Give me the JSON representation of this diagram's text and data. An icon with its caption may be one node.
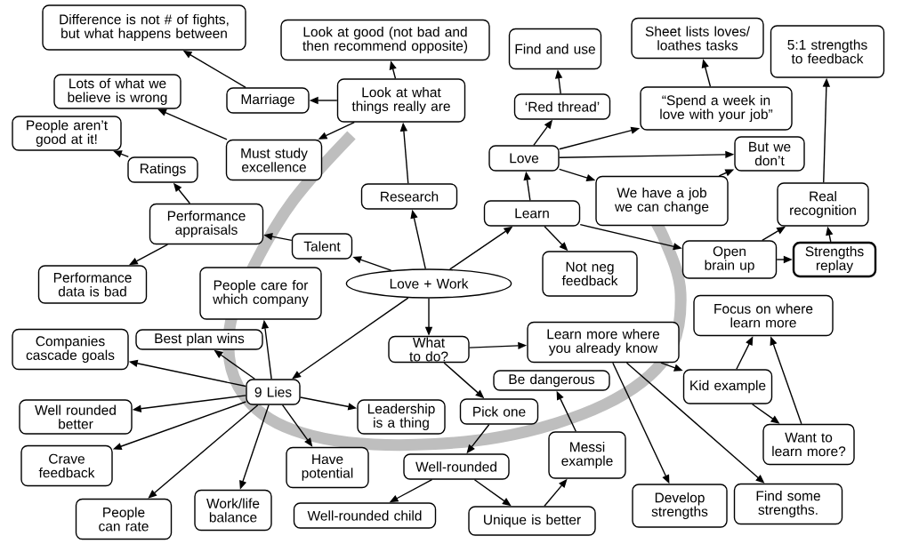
{
  "diagram": {
    "nodes": [
      {
        "text": [
          "Difference is not # of fights, but what happens between"
        ]
      },
      {
        "text": [
          "Look at good (not bad and then recommend opposite)"
        ]
      },
      {
        "text": [
          "Find and use"
        ]
      },
      {
        "text": [
          "Sheet lists loves/ loathes tasks"
        ]
      },
      {
        "text": [
          "5:1 strengths to feedback"
        ]
      },
      {
        "text": [
          "Lots of what we believe is wrong"
        ]
      },
      {
        "text": [
          "Marriage"
        ]
      },
      {
        "text": [
          "Look at what things really are"
        ]
      },
      {
        "text": [
          "‘Red thread’"
        ]
      },
      {
        "text": [
          "“Spend a week in love with your job”"
        ]
      },
      {
        "text": [
          "People aren’t good at it!"
        ]
      },
      {
        "text": [
          "Must study excellence"
        ]
      },
      {
        "text": [
          "Ratings"
        ]
      },
      {
        "text": [
          "Love"
        ]
      },
      {
        "text": [
          "But we don’t"
        ]
      },
      {
        "text": [
          "Research"
        ]
      },
      {
        "text": [
          "Learn"
        ]
      },
      {
        "text": [
          "We have a job we can change"
        ]
      },
      {
        "text": [
          "Real recognition"
        ]
      },
      {
        "text": [
          "Performance appraisals"
        ]
      },
      {
        "text": [
          "Talent"
        ]
      },
      {
        "text": [
          "Open brain up"
        ]
      },
      {
        "text": [
          "Strengths replay"
        ]
      },
      {
        "text": [
          "Performance data is bad"
        ]
      },
      {
        "text": [
          "People care for which company"
        ]
      },
      {
        "text": [
          "Love + Work"
        ]
      },
      {
        "text": [
          "Not neg feedback"
        ]
      },
      {
        "text": [
          "Focus on where learn more"
        ]
      },
      {
        "text": [
          "Companies cascade goals"
        ]
      },
      {
        "text": [
          "Best plan wins"
        ]
      },
      {
        "text": [
          "What to do?"
        ]
      },
      {
        "text": [
          "Learn more where you already know"
        ]
      },
      {
        "text": [
          "9 Lies"
        ]
      },
      {
        "text": [
          "Be dangerous"
        ]
      },
      {
        "text": [
          "Kid example"
        ]
      },
      {
        "text": [
          "Well rounded better"
        ]
      },
      {
        "text": [
          "Leadership is a thing"
        ]
      },
      {
        "text": [
          "Pick one"
        ]
      },
      {
        "text": [
          "Crave feedback"
        ]
      },
      {
        "text": [
          "Have potential"
        ]
      },
      {
        "text": [
          "Well-rounded"
        ]
      },
      {
        "text": [
          "Messi example"
        ]
      },
      {
        "text": [
          "Want to learn more?"
        ]
      },
      {
        "text": [
          "People can rate"
        ]
      },
      {
        "text": [
          "Work/life balance"
        ]
      },
      {
        "text": [
          "Well-rounded child"
        ]
      },
      {
        "text": [
          "Unique is better"
        ]
      },
      {
        "text": [
          "Develop strengths"
        ]
      },
      {
        "text": [
          "Find some strengths."
        ]
      }
    ],
    "edges": [
      {
        "from": 25,
        "to": 15,
        "arrow": "to"
      },
      {
        "from": 25,
        "to": 20,
        "arrow": "to"
      },
      {
        "from": 25,
        "to": 16,
        "arrow": "to"
      },
      {
        "from": 25,
        "to": 30,
        "arrow": "to"
      },
      {
        "from": 25,
        "to": 32,
        "arrow": "to"
      },
      {
        "from": 15,
        "to": 7,
        "arrow": "to"
      },
      {
        "from": 7,
        "to": 1,
        "arrow": "to"
      },
      {
        "from": 7,
        "to": 6,
        "arrow": "to"
      },
      {
        "from": 7,
        "to": 11,
        "arrow": "to"
      },
      {
        "from": 6,
        "to": 0,
        "arrow": "to"
      },
      {
        "from": 11,
        "to": 5,
        "arrow": "to"
      },
      {
        "from": 20,
        "to": 19,
        "arrow": "to"
      },
      {
        "from": 19,
        "to": 12,
        "arrow": "to"
      },
      {
        "from": 19,
        "to": 23,
        "arrow": "to"
      },
      {
        "from": 12,
        "to": 10,
        "arrow": "to"
      },
      {
        "from": 16,
        "to": 13,
        "arrow": "to"
      },
      {
        "from": 16,
        "to": 26,
        "arrow": "to"
      },
      {
        "from": 16,
        "to": 21,
        "arrow": "to"
      },
      {
        "from": 13,
        "to": 8,
        "arrow": "to"
      },
      {
        "from": 13,
        "to": 9,
        "arrow": "to"
      },
      {
        "from": 13,
        "to": 14,
        "arrow": "to"
      },
      {
        "from": 13,
        "to": 17,
        "arrow": "to"
      },
      {
        "from": 17,
        "to": 14,
        "arrow": "to"
      },
      {
        "from": 8,
        "to": 2,
        "arrow": "to"
      },
      {
        "from": 9,
        "to": 3,
        "arrow": "to"
      },
      {
        "from": 21,
        "to": 18,
        "arrow": "to"
      },
      {
        "from": 21,
        "to": 22,
        "arrow": "to"
      },
      {
        "from": 22,
        "to": 18,
        "arrow": "to"
      },
      {
        "from": 18,
        "to": 4,
        "arrow": "to"
      },
      {
        "from": 30,
        "to": 31,
        "arrow": "to"
      },
      {
        "from": 30,
        "to": 37,
        "arrow": "to"
      },
      {
        "from": 31,
        "to": 34,
        "arrow": "to"
      },
      {
        "from": 31,
        "to": 47,
        "arrow": "to"
      },
      {
        "from": 31,
        "to": 48,
        "arrow": "to"
      },
      {
        "from": 34,
        "to": 27,
        "arrow": "to"
      },
      {
        "from": 34,
        "to": 42,
        "arrow": "to"
      },
      {
        "from": 42,
        "to": 27,
        "arrow": "to"
      },
      {
        "from": 37,
        "to": 40,
        "arrow": "to"
      },
      {
        "from": 40,
        "to": 45,
        "arrow": "to"
      },
      {
        "from": 40,
        "to": 46,
        "arrow": "to"
      },
      {
        "from": 46,
        "to": 41,
        "arrow": "to"
      },
      {
        "from": 41,
        "to": 33,
        "arrow": "to"
      },
      {
        "from": 32,
        "to": 24,
        "arrow": "to"
      },
      {
        "from": 32,
        "to": 29,
        "arrow": "to"
      },
      {
        "from": 32,
        "to": 28,
        "arrow": "to"
      },
      {
        "from": 32,
        "to": 35,
        "arrow": "to"
      },
      {
        "from": 32,
        "to": 38,
        "arrow": "to"
      },
      {
        "from": 32,
        "to": 43,
        "arrow": "to"
      },
      {
        "from": 32,
        "to": 44,
        "arrow": "to"
      },
      {
        "from": 32,
        "to": 39,
        "arrow": "to"
      },
      {
        "from": 32,
        "to": 36,
        "arrow": "to"
      }
    ]
  }
}
